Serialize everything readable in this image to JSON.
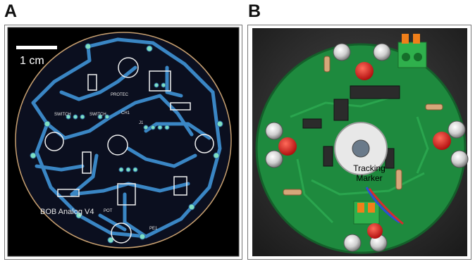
{
  "panels": {
    "a": {
      "letter": "A",
      "scale_bar_label": "1 cm",
      "board_label": "BOB Analog V4"
    },
    "b": {
      "letter": "B",
      "marker_label_line1": "Tracking",
      "marker_label_line2": "Marker"
    }
  }
}
